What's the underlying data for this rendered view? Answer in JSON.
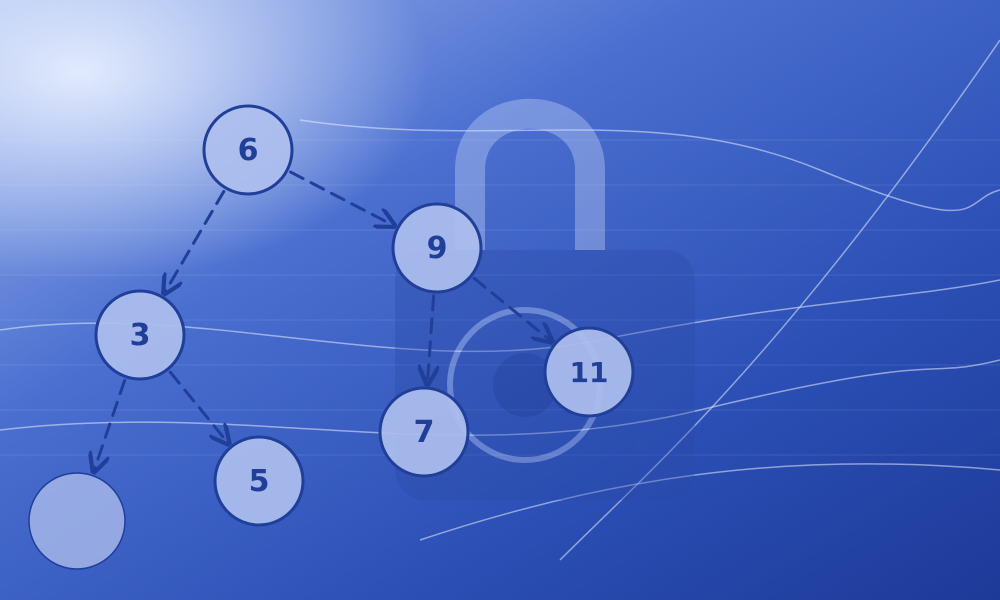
{
  "diagram": {
    "type": "binary-search-tree",
    "nodes": [
      {
        "id": "n6",
        "label": "6"
      },
      {
        "id": "n9",
        "label": "9"
      },
      {
        "id": "n3",
        "label": "3"
      },
      {
        "id": "n11",
        "label": "11"
      },
      {
        "id": "n7",
        "label": "7"
      },
      {
        "id": "n5",
        "label": "5"
      },
      {
        "id": "n_blank",
        "label": ""
      }
    ],
    "edges": [
      {
        "from": "n6",
        "to": "n9"
      },
      {
        "from": "n6",
        "to": "n3"
      },
      {
        "from": "n9",
        "to": "n11"
      },
      {
        "from": "n9",
        "to": "n7"
      },
      {
        "from": "n3",
        "to": "n5"
      },
      {
        "from": "n3",
        "to": "n_blank"
      }
    ]
  },
  "background": {
    "description_icon": "padlock-icon",
    "palette": {
      "dark": "#1e3c9a",
      "mid": "#3d63c8",
      "light": "#c8d6f5",
      "node_fill": "#aebfee",
      "node_stroke": "#1f3f99"
    }
  }
}
